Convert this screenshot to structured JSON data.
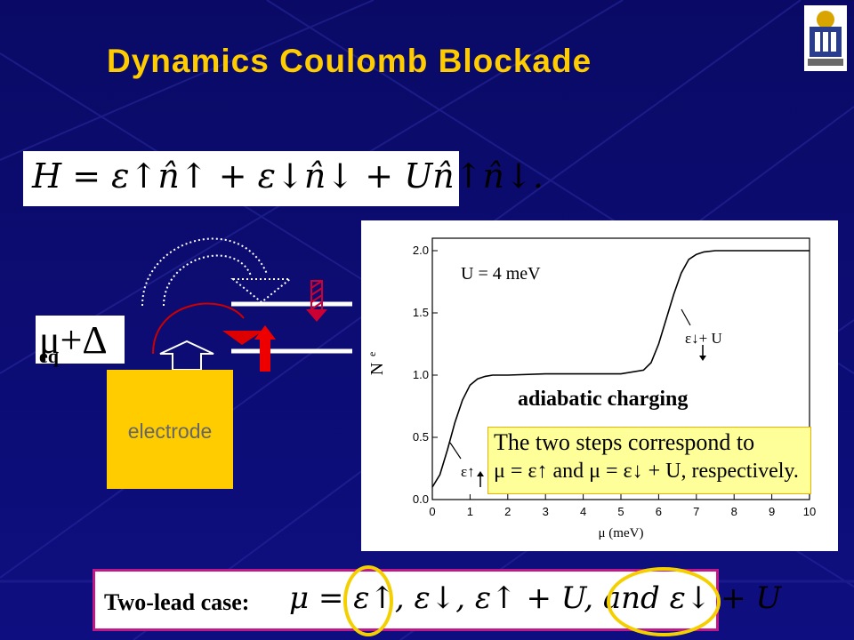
{
  "slide": {
    "title": "Dynamics Coulomb Blockade",
    "background": "#0b0b6e",
    "accent": "#ffcc00"
  },
  "hamiltonian": {
    "equation": "H = ε↑n̂↑ + ε↓n̂↓ + Un̂↑n̂↓."
  },
  "left_diagram": {
    "mu_label": "μ+Δ",
    "mu_subscript": "eq",
    "electrode_label": "electrode",
    "icons": [
      "curved-arrow-icon",
      "arrow-up-icon",
      "arrow-down-icon",
      "red-arc-icon"
    ]
  },
  "plot": {
    "annotation_u": "U = 4 meV",
    "label_step1": "ε↑",
    "label_step2": "ε↓+ U",
    "ylabel": "N",
    "ylabel_sup": "e",
    "xlabel": "μ (meV)"
  },
  "chart_data": {
    "type": "line",
    "title": "",
    "xlabel": "μ (meV)",
    "ylabel": "Ne",
    "xlim": [
      0,
      10
    ],
    "ylim": [
      0,
      2.1
    ],
    "xticks": [
      "0",
      "1",
      "2",
      "3",
      "4",
      "5",
      "6",
      "7",
      "8",
      "9",
      "10"
    ],
    "yticks": [
      "0.0",
      "0.5",
      "1.0",
      "1.5",
      "2.0"
    ],
    "series": [
      {
        "x": [
          0,
          0.2,
          0.4,
          0.6,
          0.8,
          1.0,
          1.2,
          1.4,
          1.6,
          1.8,
          2.0,
          3.0,
          4.0,
          5.0,
          5.6,
          5.8,
          6.0,
          6.2,
          6.4,
          6.6,
          6.8,
          7.0,
          7.2,
          7.5,
          8.0,
          9.0,
          10.0
        ],
        "y": [
          0.1,
          0.2,
          0.4,
          0.62,
          0.8,
          0.92,
          0.97,
          0.99,
          1.0,
          1.0,
          1.0,
          1.01,
          1.01,
          1.01,
          1.04,
          1.1,
          1.25,
          1.45,
          1.65,
          1.82,
          1.93,
          1.97,
          1.99,
          2.0,
          2.0,
          2.0,
          2.0
        ]
      }
    ]
  },
  "adiabatic_label": "adiabatic charging",
  "note": {
    "line1": "The two steps correspond to",
    "line2": "μ = ε↑ and μ = ε↓ + U, respectively."
  },
  "two_lead": {
    "label": "Two-lead case:",
    "equation": "μ = ε↑, ε↓, ε↑ + U, and ε↓ + U"
  }
}
